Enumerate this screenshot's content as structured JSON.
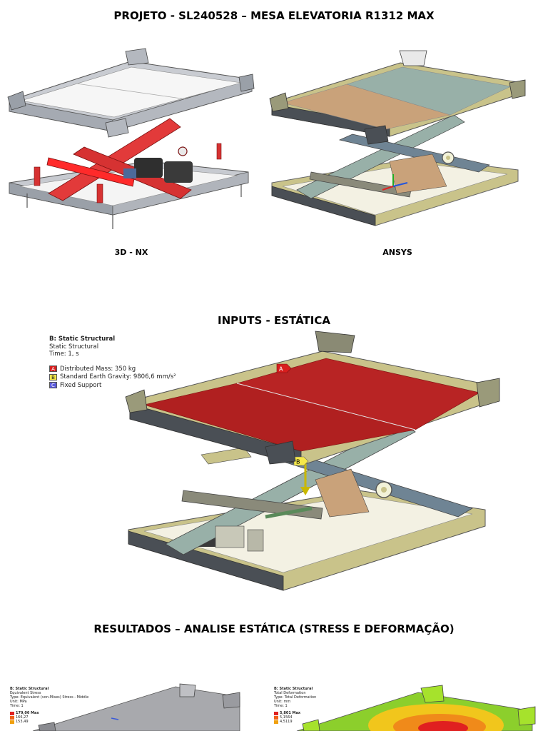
{
  "headings": {
    "project": "PROJETO - SL240528 – MESA ELEVATORIA R1312 MAX",
    "inputs": "INPUTS - ESTÁTICA",
    "results": "RESULTADOS – ANALISE ESTÁTICA (STRESS E DEFORMAÇÃO)"
  },
  "captions": {
    "nx": "3D - NX",
    "ansys": "ANSYS"
  },
  "inputs_legend": {
    "title": "B: Static Structural",
    "subtitle": "Static Structural",
    "time": "Time: 1, s",
    "items": [
      {
        "tag": "A",
        "label": "Distributed Mass: 350 kg",
        "color": "#d81e1e"
      },
      {
        "tag": "B",
        "label": "Standard Earth Gravity: 9806,6 mm/s²",
        "color": "#f5e84a"
      },
      {
        "tag": "C",
        "label": "Fixed Support",
        "color": "#5a5adc"
      }
    ],
    "markers": {
      "a": "A",
      "b": "B"
    }
  },
  "stress_legend": {
    "title": "B: Static Structural",
    "line1": "Equivalent Stress",
    "line2": "Type: Equivalent (von-Mises) Stress - Middle",
    "line3": "Unit: MPa",
    "line4": "Time: 1",
    "max": "179,06 Max",
    "v2": "166,27",
    "v3": "153,49"
  },
  "deform_legend": {
    "title": "B: Static Structural",
    "line1": "Total Deformation",
    "line2": "Type: Total Deformation",
    "line3": "Unit: mm",
    "line4": "Time: 1",
    "max": "5,801 Max",
    "v2": "5,1564",
    "v3": "4,5119"
  },
  "colors": {
    "frame_gray": "#b8bcc4",
    "red": "#e23a3a",
    "deep_red": "#b02020",
    "olive": "#c9c38a",
    "dark_frame": "#4a4f55",
    "blue_gray": "#6f8494",
    "tan": "#c9a27a",
    "slate": "#98b0a8"
  }
}
